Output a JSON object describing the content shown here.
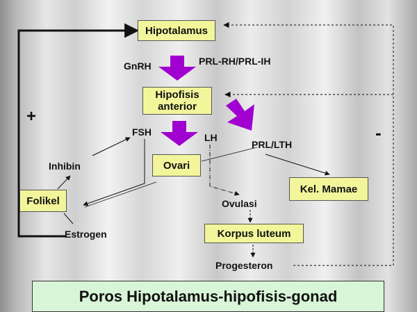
{
  "nodes": {
    "hipotalamus": "Hipotalamus",
    "hipofisis_line1": "Hipofisis",
    "hipofisis_line2": "anterior",
    "ovari": "Ovari",
    "folikel": "Folikel",
    "kel_mamae": "Kel. Mamae",
    "korpus_luteum": "Korpus luteum"
  },
  "labels": {
    "gnrh": "GnRH",
    "prl_rh": "PRL-RH/PRL-IH",
    "fsh": "FSH",
    "lh": "LH",
    "prl_lth": "PRL/LTH",
    "inhibin": "Inhibin",
    "estrogen": "Estrogen",
    "ovulasi": "Ovulasi",
    "progesteron": "Progesteron",
    "plus": "+",
    "minus": "-"
  },
  "title": "Poros Hipotalamus-hipofisis-gonad",
  "colors": {
    "box_fill": "#f2f59a",
    "arrow_purple": "#a000d0",
    "title_fill": "#d8f5d8"
  }
}
